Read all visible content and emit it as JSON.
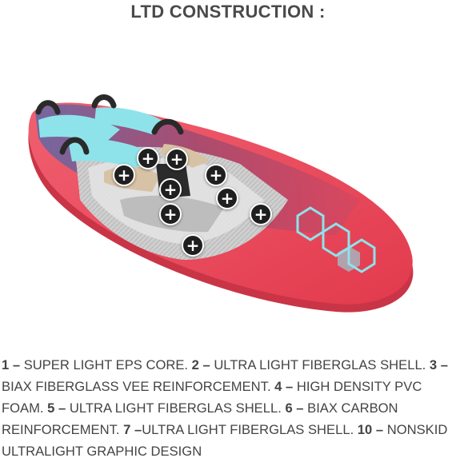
{
  "section": {
    "title": "LTD CONSTRUCTION :"
  },
  "hotspots": [
    {
      "label": "+"
    },
    {
      "label": "+"
    },
    {
      "label": "+"
    },
    {
      "label": "+"
    },
    {
      "label": "+"
    },
    {
      "label": "+"
    },
    {
      "label": "+"
    },
    {
      "label": "+"
    },
    {
      "label": "+"
    }
  ],
  "description": {
    "n1": "1 –",
    "t1": " SUPER LIGHT EPS CORE. ",
    "n2": "2 –",
    "t2": " ULTRA LIGHT FIBERGLAS SHELL. ",
    "n3": "3 –",
    "t3": " BIAX FIBERGLASS VEE REINFORCEMENT. ",
    "n4": "4 –",
    "t4": " HIGH DENSITY PVC FOAM. ",
    "n5": "5 –",
    "t5": " ULTRA LIGHT FIBERGLAS SHELL. ",
    "n6": "6 –",
    "t6": " BIAX CARBON REINFORCEMENT. ",
    "n7": "7 –",
    "t7": "ULTRA LIGHT FIBERGLAS SHELL. ",
    "n10": "10 –",
    "t10": " NONSKID ULTRALIGHT GRAPHIC DESIGN"
  },
  "colors": {
    "board_red": "#ec4a5c",
    "deck_blue": "#6f7fb8",
    "pad_cyan": "#8ee3ea",
    "hotspot_bg": "#1f1f1f"
  }
}
